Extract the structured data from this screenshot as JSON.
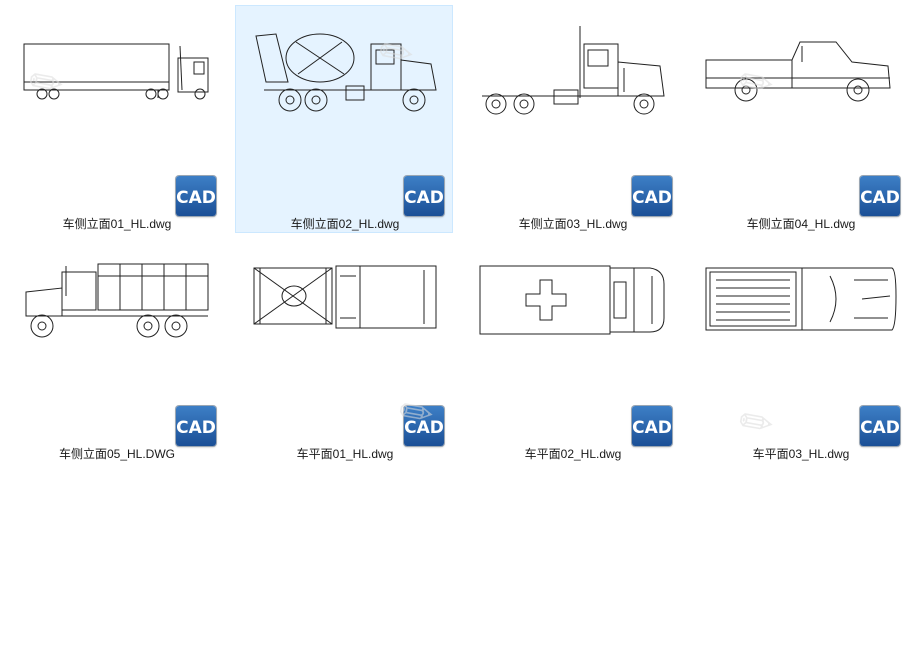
{
  "files": [
    {
      "name": "车侧立面01_HL.dwg",
      "selected": false,
      "thumb": "trailer-truck-side"
    },
    {
      "name": "车侧立面02_HL.dwg",
      "selected": true,
      "thumb": "mixer-truck-side"
    },
    {
      "name": "车侧立面03_HL.dwg",
      "selected": false,
      "thumb": "semi-tractor-side"
    },
    {
      "name": "车侧立面04_HL.dwg",
      "selected": false,
      "thumb": "pickup-side"
    },
    {
      "name": "车侧立面05_HL.DWG",
      "selected": false,
      "thumb": "military-truck-side"
    },
    {
      "name": "车平面01_HL.dwg",
      "selected": false,
      "thumb": "truck-plan"
    },
    {
      "name": "车平面02_HL.dwg",
      "selected": false,
      "thumb": "ambulance-plan"
    },
    {
      "name": "车平面03_HL.dwg",
      "selected": false,
      "thumb": "pickup-plan"
    }
  ],
  "badge": {
    "text": "CAD",
    "icon": "cad-file-icon",
    "color": "#2a66b0"
  },
  "selection_color": "#e5f3ff"
}
